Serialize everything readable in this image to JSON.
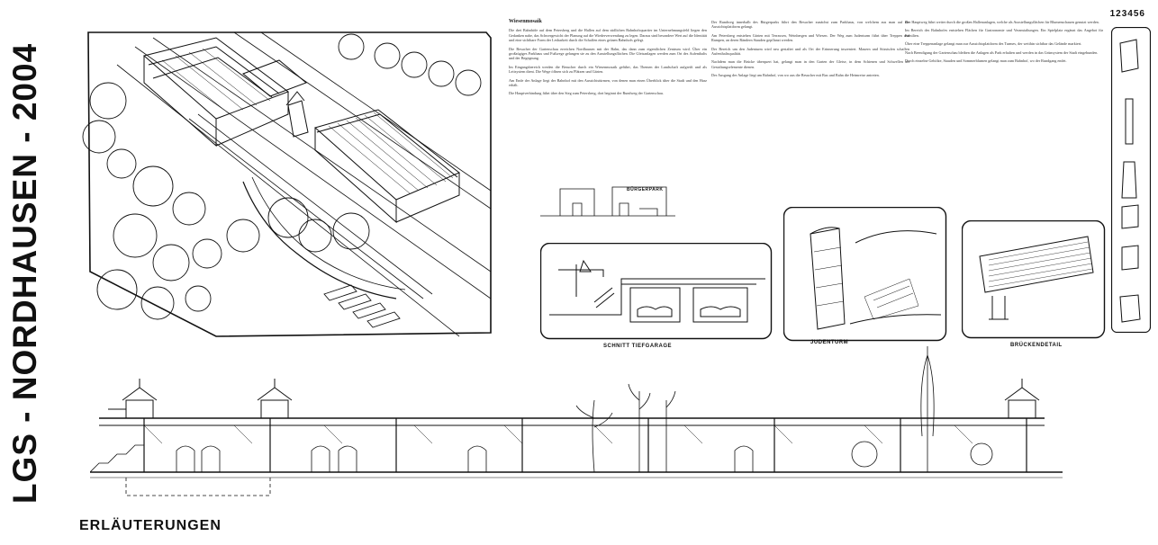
{
  "title": "LGS - NORDHAUSEN - 2004",
  "plan_number": "123456",
  "footer_heading": "ERLÄUTERUNGEN",
  "text_block": {
    "heading": "Wiesenmosaik",
    "col1": [
      "Die drei Bahnhöfe auf dem Petersberg und die Hallen auf dem südlichen Bahnhofsquartier im Unternehmungsfeld liegen den Gedanken nahe, das Schwergewicht der Planung auf die Wiederverwendung zu legen. Daraus sind besondere Wert auf die Identität und eine sichtbare Form der Lesbarkeit durch die Schaffen eines grünen Bahnhofs gelegt.",
      "Die Besucher der Gartenschau erreichen Nordhausen mit der Bahn, das dann zum eigentlichen Zentrum wird. Über ein großzügiges Parkhaus und Fußwege gelangen sie zu den Ausstellungsflächen. Die Gleisanlagen werden zum Ort des Aufenthalts und der Begegnung.",
      "Im Eingangsbereich werden die Besucher durch ein Wiesenmosaik geführt, das Themen der Landschaft aufgreift und als Leitsystem dient. Die Wege öffnen sich zu Plätzen und Gärten.",
      "Am Ende der Anlage liegt der Bahnhof mit den Aussichtstürmen, von denen man einen Überblick über die Stadt und den Harz erhält.",
      "Die Hauptverbindung führt über den Steg zum Petersberg, dort beginnt der Rundweg der Gartenschau."
    ],
    "col2": [
      "Der Rundweg innerhalb des Bürgerparks führt den Besucher zunächst zum Parkhaus, von welchem aus man auf die Aussichtsplattform gelangt.",
      "Am Petersberg entstehen Gärten mit Terrassen, Weinbergen und Wiesen. Der Weg zum Judenturm führt über Treppen und Rampen, an deren Rändern Stauden gepflanzt werden.",
      "Der Bereich um den Judenturm wird neu gestaltet und als Ort der Erinnerung inszeniert. Mauern und Sitzstufen schaffen Aufenthaltsqualität.",
      "Nachdem man die Brücke überquert hat, gelangt man in den Garten der Gleise, in dem Schienen und Schwellen als Gestaltungselemente dienen.",
      "Der Ausgang der Anlage liegt am Bahnhof, von wo aus die Besucher mit Bus und Bahn die Heimreise antreten."
    ],
    "col3": [
      "Der Hauptweg führt weiter durch die großen Hallenanlagen, welche als Ausstellungsflächen für Blumenschauen genutzt werden.",
      "Im Bereich des Bahnhofes entstehen Flächen für Gastronomie und Veranstaltungen. Ein Spielplatz ergänzt das Angebot für Familien.",
      "Über eine Treppenanlage gelangt man zur Aussichtsplattform des Turmes, der weithin sichtbar das Gelände markiert.",
      "Nach Beendigung der Gartenschau bleiben die Anlagen als Park erhalten und werden in das Grünsystem der Stadt eingebunden.",
      "Durch einzelne Gehölze, Stauden und Sommerblumen gelangt man zum Bahnhof, wo der Rundgang endet."
    ]
  },
  "captions": {
    "tiefgarage": "SCHNITT TIEFGARAGE",
    "judenturm": "JUDENTURM",
    "brueckenteil": "BRÜCKENDETAIL"
  },
  "sign_text": "BÜRGERPARK"
}
